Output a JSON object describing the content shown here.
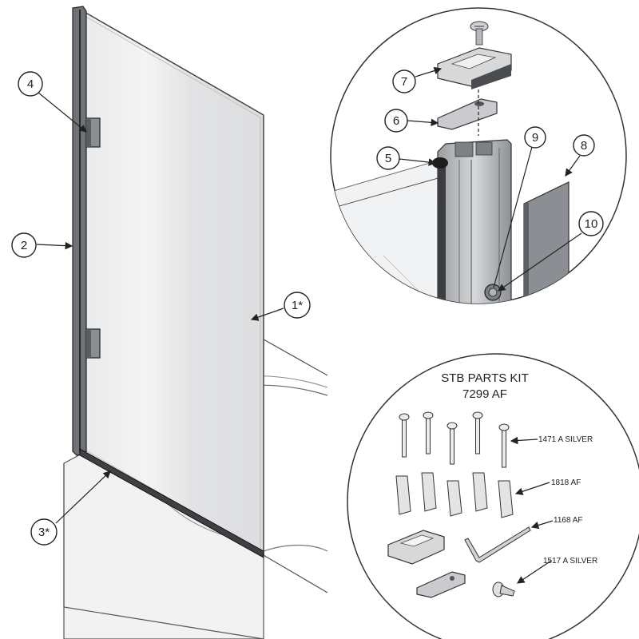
{
  "callouts": {
    "c1": "1*",
    "c2": "2",
    "c3": "3*",
    "c4": "4",
    "c5": "5",
    "c6": "6",
    "c7": "7",
    "c8": "8",
    "c9": "9",
    "c10": "10"
  },
  "kit": {
    "title": "STB PARTS KIT",
    "code": "7299 AF",
    "screw_label": "1471 A SILVER",
    "plug_label": "1818 AF",
    "key_label": "1168 AF",
    "bolt_label": "1517 A SILVER"
  }
}
